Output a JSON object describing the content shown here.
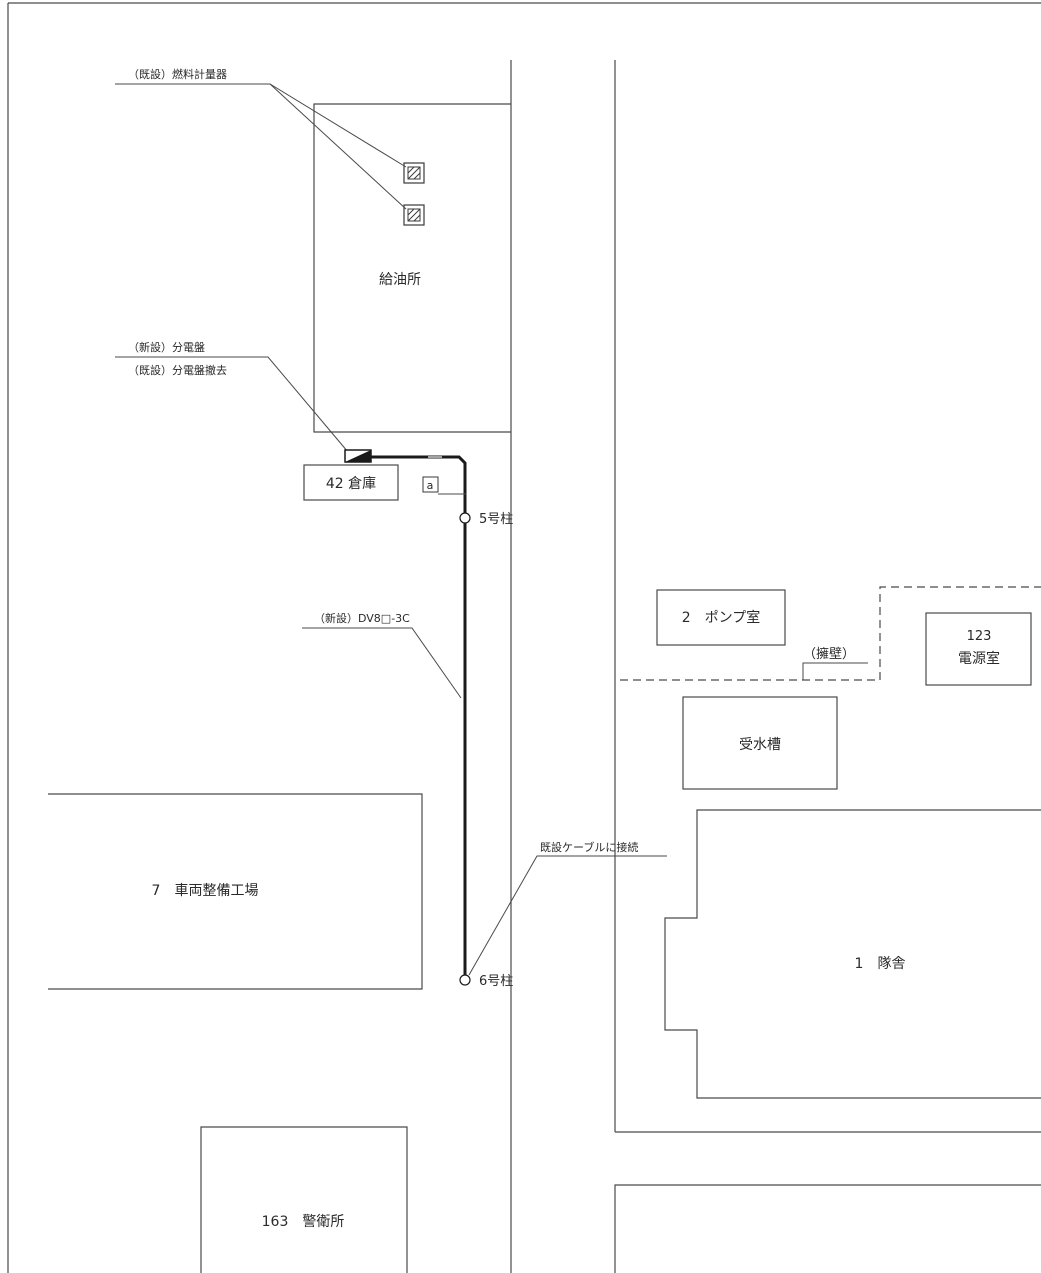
{
  "labels": {
    "fuel_meter": "（既設）燃料計量器",
    "new_panel": "（新設）分電盤",
    "remove_panel": "（既設）分電盤撤去",
    "new_cable": "（新設）DV8□-3C",
    "connect_existing": "既設ケーブルに接続",
    "retaining_wall": "（擁壁）",
    "box_a": "a"
  },
  "buildings": {
    "fuel_station": "給油所",
    "warehouse": "42 倉庫",
    "pump_room": "2　ポンプ室",
    "power_room_num": "123",
    "power_room_name": "電源室",
    "water_tank": "受水槽",
    "vehicle_workshop": "7　車両整備工場",
    "barracks": "1　隊舎",
    "guard_house": "163　警衛所"
  },
  "poles": {
    "pole5": "5号柱",
    "pole6": "6号柱"
  },
  "colors": {
    "line": "#4a4a4a",
    "cable": "#1a1a1a",
    "paper": "#ffffff"
  }
}
